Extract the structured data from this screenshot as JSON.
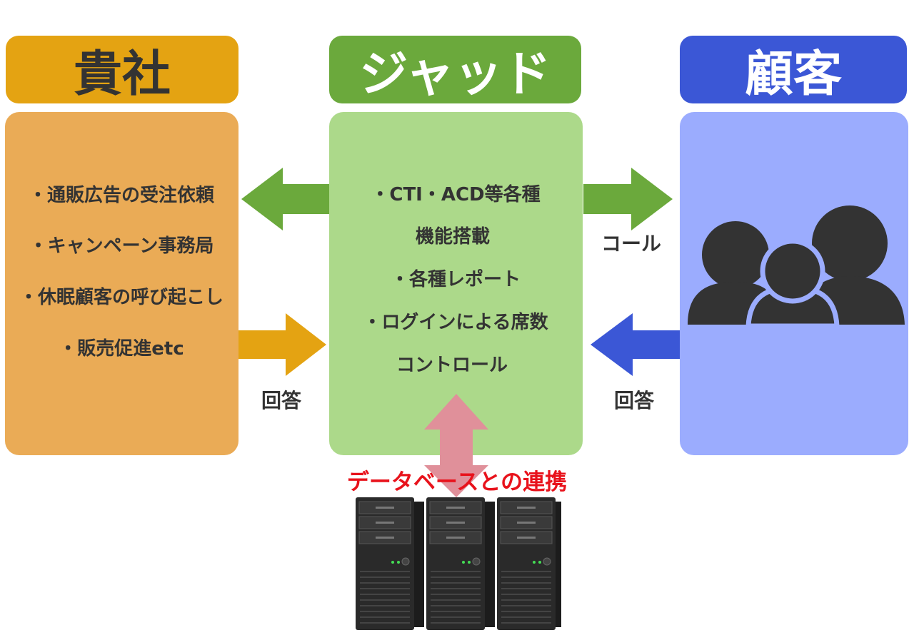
{
  "headers": {
    "company": "貴社",
    "jad": "ジャッド",
    "customer": "顧客"
  },
  "company_items": [
    "・通販広告の受注依頼",
    "・キャンペーン事務局",
    "・休眠顧客の呼び起こし",
    "・販売促進etc"
  ],
  "jad_items": [
    "・CTI・ACD等各種",
    "機能搭載",
    "・各種レポート",
    "・ログインによる席数",
    "コントロール"
  ],
  "arrow_labels": {
    "call": "コール",
    "answer_left": "回答",
    "answer_right": "回答",
    "database": "データベースとの連携"
  },
  "icons": {
    "customers": "group-of-people-icon",
    "servers": "server-tower-icon"
  },
  "colors": {
    "company_header": "#E4A312",
    "company_panel": "#EAAB56",
    "jad_header": "#6BA93C",
    "jad_panel": "#ACD98A",
    "customer_header": "#3B57D6",
    "customer_panel": "#9BACFE",
    "database_arrow": "#E0909A",
    "database_caption": "#E8121B"
  }
}
